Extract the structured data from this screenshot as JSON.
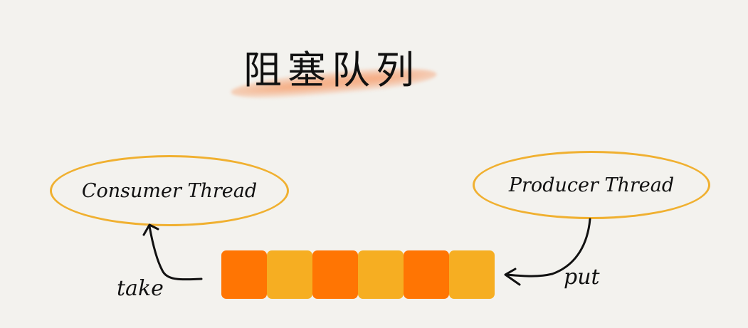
{
  "title": "阻塞队列",
  "consumer": {
    "label": "Consumer Thread"
  },
  "producer": {
    "label": "Producer Thread"
  },
  "queue": {
    "cells": [
      {
        "color": "#ff7503"
      },
      {
        "color": "#f6ae22"
      },
      {
        "color": "#ff7503"
      },
      {
        "color": "#f6ae22"
      },
      {
        "color": "#ff7503"
      },
      {
        "color": "#f6ae22"
      }
    ]
  },
  "arrows": {
    "take_label": "take",
    "put_label": "put"
  },
  "colors": {
    "background": "#f3f2ee",
    "ellipse_stroke": "#f0b030",
    "cell_dark": "#ff7503",
    "cell_light": "#f6ae22",
    "brush": "#f6a06e"
  }
}
